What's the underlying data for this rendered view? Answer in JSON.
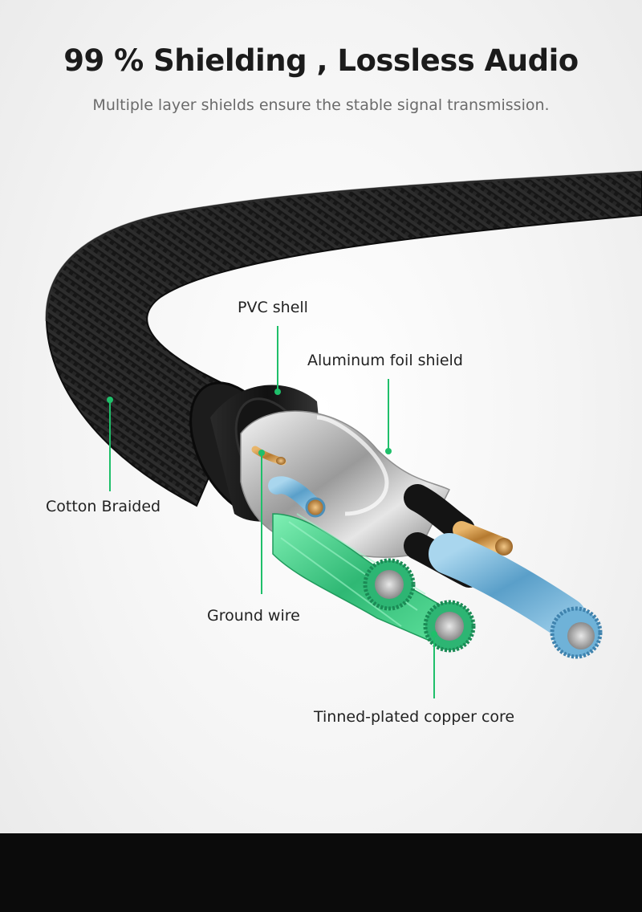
{
  "header": {
    "title": "99 % Shielding , Lossless Audio",
    "subtitle": "Multiple layer shields ensure the stable signal transmission."
  },
  "labels": {
    "pvc_shell": "PVC shell",
    "aluminum_foil": "Aluminum foil shield",
    "cotton_braided": "Cotton Braided",
    "ground_wire": "Ground wire",
    "copper_core": "Tinned-plated copper core"
  },
  "colors": {
    "accent": "#1fbf6a",
    "braid": "#1a1a1a",
    "foil": "#c9c9c9",
    "copper": "#c98a3e",
    "blue_insulation": "#6fb2d8",
    "green_insulation": "#3fcf8a",
    "footer": "#0b0b0b"
  }
}
